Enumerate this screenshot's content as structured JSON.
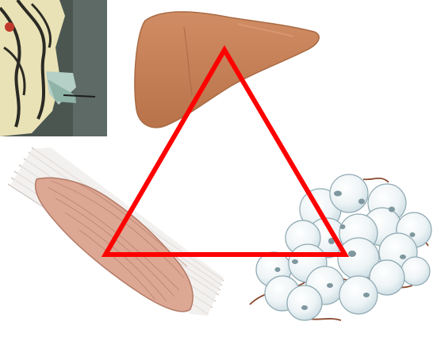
{
  "figure": {
    "illustrations": [
      {
        "id": "portrait",
        "icon": "portrait-painting-icon"
      },
      {
        "id": "liver",
        "icon": "liver-organ-icon",
        "color": "#c47f55"
      },
      {
        "id": "muscle",
        "icon": "muscle-tissue-icon",
        "color": "#dca894"
      },
      {
        "id": "fat",
        "icon": "fat-cells-icon",
        "color": "#e9f1f4"
      }
    ],
    "connector": {
      "shape": "triangle",
      "color": "#ff0000"
    }
  }
}
